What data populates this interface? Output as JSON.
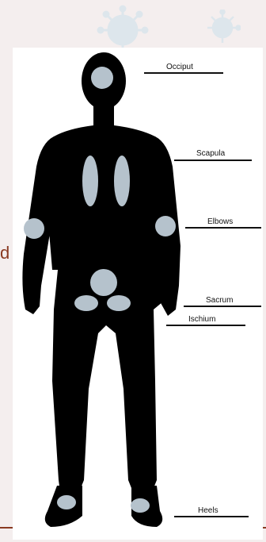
{
  "figure": {
    "colors": {
      "silhouette": "#000000",
      "marker": "#b5c2cc",
      "background": "#ffffff",
      "accent": "#8a3a22"
    },
    "side_text": "d",
    "labels": {
      "occiput": "Occiput",
      "scapula": "Scapula",
      "elbows": "Elbows",
      "sacrum": "Sacrum",
      "ischium": "Ischium",
      "heels": "Heels"
    }
  }
}
